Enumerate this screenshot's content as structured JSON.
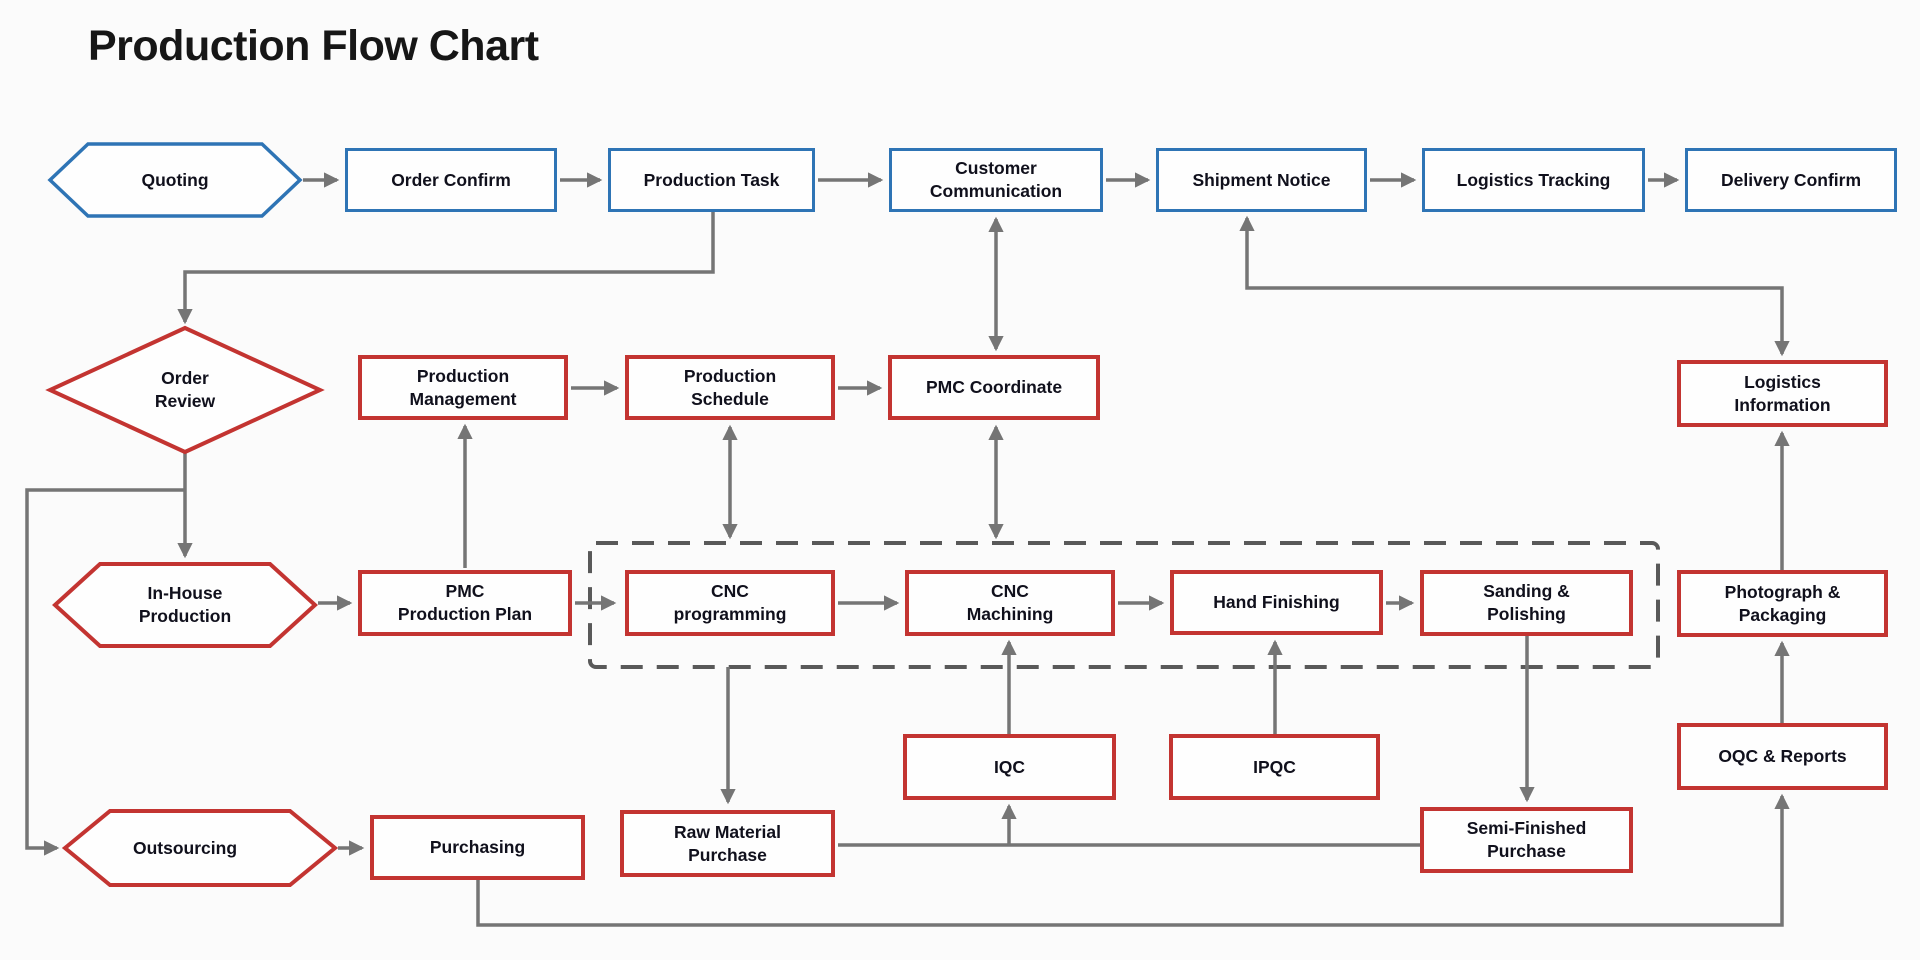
{
  "title": "Production Flow Chart",
  "palette": {
    "blue_border": "#2E74B5",
    "red_border": "#C33431",
    "connector_gray": "#757575",
    "dashed_gray": "#595959",
    "text": "#10101c",
    "background": "#fbfbfb"
  },
  "nodes": {
    "quoting": {
      "label": "Quoting"
    },
    "order_confirm": {
      "label": "Order Confirm"
    },
    "production_task": {
      "label": "Production Task"
    },
    "customer_communication": {
      "label": "Customer\nCommunication"
    },
    "shipment_notice": {
      "label": "Shipment Notice"
    },
    "logistics_tracking": {
      "label": "Logistics Tracking"
    },
    "delivery_confirm": {
      "label": "Delivery Confirm"
    },
    "order_review": {
      "label": "Order\nReview"
    },
    "production_management": {
      "label": "Production\nManagement"
    },
    "production_schedule": {
      "label": "Production\nSchedule"
    },
    "pmc_coordinate": {
      "label": "PMC Coordinate"
    },
    "logistics_information": {
      "label": "Logistics\nInformation"
    },
    "in_house_production": {
      "label": "In-House\nProduction"
    },
    "pmc_production_plan": {
      "label": "PMC\nProduction Plan"
    },
    "cnc_programming": {
      "label": "CNC\nprogramming"
    },
    "cnc_machining": {
      "label": "CNC\nMachining"
    },
    "hand_finishing": {
      "label": "Hand Finishing"
    },
    "sanding_polishing": {
      "label": "Sanding &\nPolishing"
    },
    "photograph_packaging": {
      "label": "Photograph &\nPackaging"
    },
    "iqc": {
      "label": "IQC"
    },
    "ipqc": {
      "label": "IPQC"
    },
    "oqc_reports": {
      "label": "OQC & Reports"
    },
    "raw_material_purchase": {
      "label": "Raw Material\nPurchase"
    },
    "semi_finished_purchase": {
      "label": "Semi-Finished\nPurchase"
    },
    "purchasing": {
      "label": "Purchasing"
    },
    "outsourcing": {
      "label": "Outsourcing"
    }
  }
}
